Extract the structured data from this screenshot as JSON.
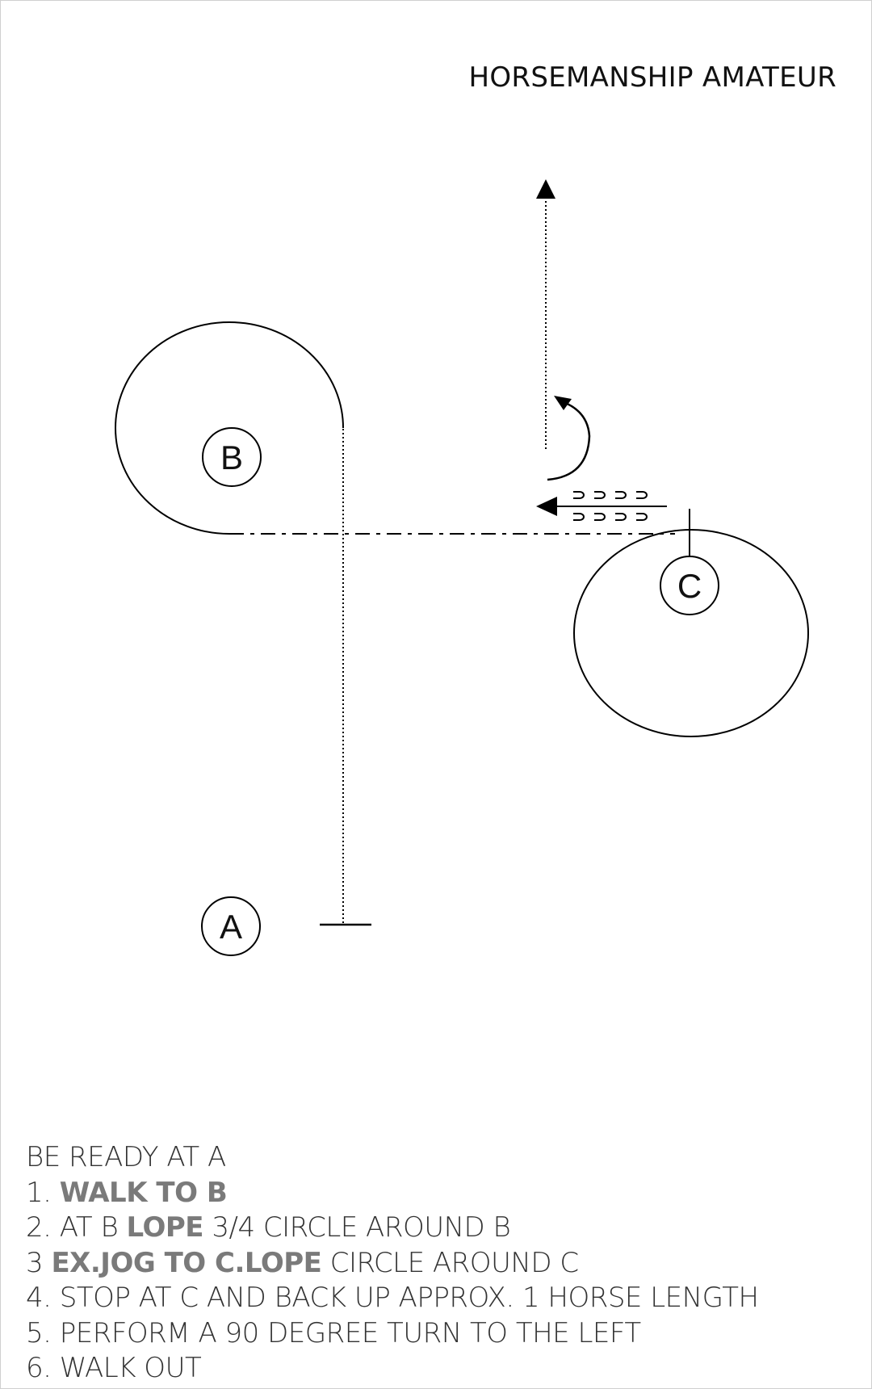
{
  "title": "HORSEMANSHIP AMATEUR",
  "markers": {
    "a": "A",
    "b": "B",
    "c": "C"
  },
  "icons": {
    "exit_arrow": "arrow-up-icon",
    "turn_arrow": "curved-turn-arrow-icon",
    "backup_arrow": "arrow-left-icon",
    "backup_track": "hoof-prints-icon"
  },
  "instructions": {
    "ready": "BE READY AT A",
    "s1_num": "1.",
    "s1_highlight": "WALK TO B",
    "s2_pre": "2. AT B",
    "s2_highlight": "LOPE",
    "s2_post": "3/4 CIRCLE AROUND B",
    "s3_num": "3",
    "s3_highlight": "EX.JOG TO C.LOPE",
    "s3_post": "CIRCLE AROUND C",
    "s4": "4. STOP AT C AND BACK UP APPROX. 1 HORSE LENGTH",
    "s5": "5. PERFORM A 90 DEGREE TURN TO THE LEFT",
    "s6": "6. WALK OUT"
  },
  "colors": {
    "line": "#000000",
    "text": "#333333",
    "highlight": "#7a7a7a"
  }
}
